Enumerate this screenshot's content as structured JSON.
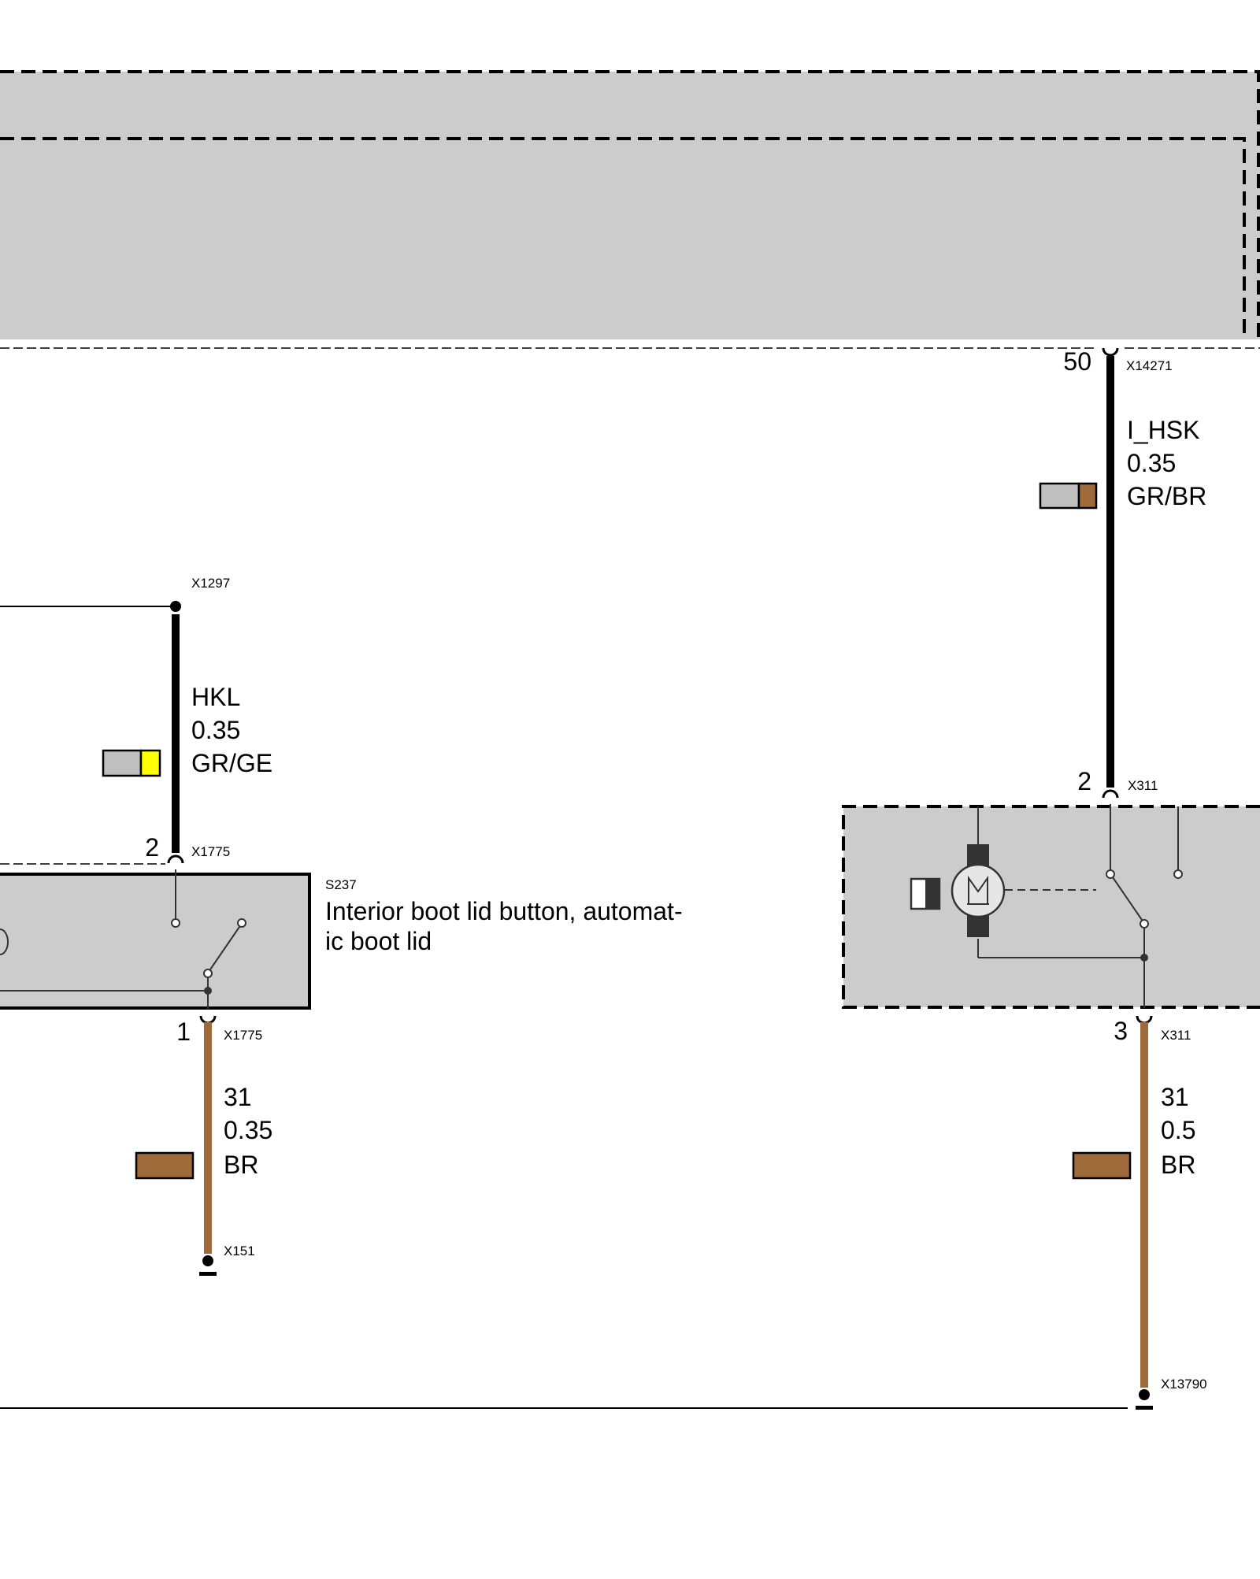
{
  "colors": {
    "panel_fill": "#cccccc",
    "wire_black": "#000000",
    "wire_brown": "#9e6a3a",
    "gray_code": "#bfbfbf",
    "yellow_code": "#ffff00",
    "brown_code": "#9e6a3a"
  },
  "connectors": {
    "top_right": {
      "pin": "50",
      "id": "X14271"
    },
    "x1297": {
      "id": "X1297"
    },
    "s237_top": {
      "pin": "2",
      "id": "X1775"
    },
    "s237_bottom": {
      "pin": "1",
      "id": "X1775"
    },
    "ground_left": {
      "id": "X151"
    },
    "motor_top": {
      "pin": "2",
      "id": "X311"
    },
    "motor_bottom": {
      "pin": "3",
      "id": "X311"
    },
    "ground_right": {
      "id": "X13790"
    }
  },
  "wires": {
    "i_hsk": {
      "signal": "I_HSK",
      "size": "0.35",
      "color_code": "GR/BR"
    },
    "hkl": {
      "signal": "HKL",
      "size": "0.35",
      "color_code": "GR/GE"
    },
    "gnd_left": {
      "signal": "31",
      "size": "0.35",
      "color_code": "BR"
    },
    "gnd_right": {
      "signal": "31",
      "size": "0.5",
      "color_code": "BR"
    }
  },
  "components": {
    "s237": {
      "id": "S237",
      "name_line1": "Interior boot lid button, automat-",
      "name_line2": "ic boot lid"
    },
    "motor": {
      "symbol": "M",
      "icon": "motor-icon"
    }
  }
}
